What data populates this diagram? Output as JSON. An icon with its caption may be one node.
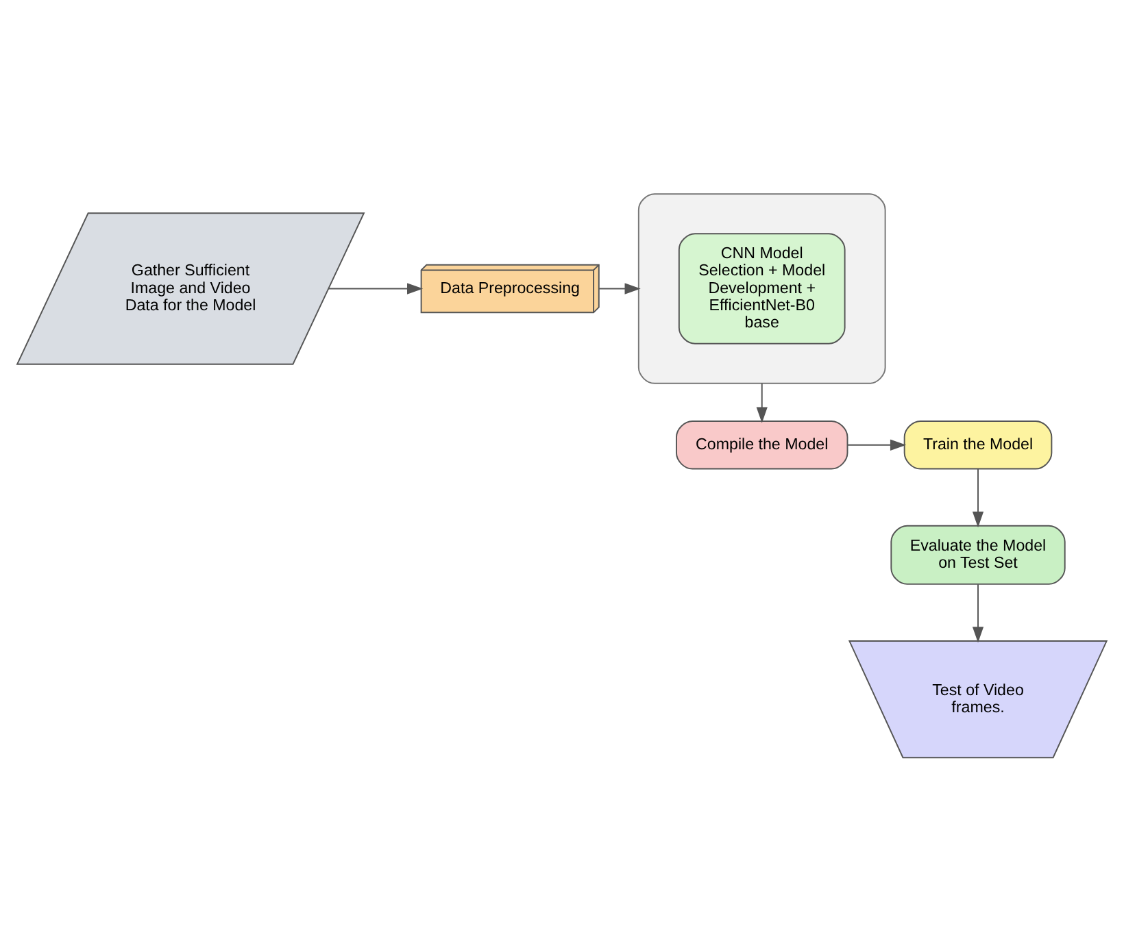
{
  "diagram": {
    "nodes": [
      {
        "text": [
          "Gather Sufficient Image and Video Data for the Model"
        ]
      },
      {
        "text": [
          "Data Preprocessing"
        ]
      },
      {
        "text": [],
        "shape": "box"
      },
      {
        "text": [
          "CNN Model Selection + Model Development + EfficientNet-B0 base"
        ],
        "in": 2
      },
      {
        "text": [
          "Compile the Model"
        ]
      },
      {
        "text": [
          "Train the Model"
        ]
      },
      {
        "text": [
          "Evaluate the Model on Test Set"
        ]
      },
      {
        "text": [
          "Test of Video frames."
        ]
      }
    ],
    "edges": [
      {
        "from": 0,
        "to": 1,
        "arrow": "to"
      },
      {
        "from": 1,
        "to": 2,
        "arrow": "to"
      },
      {
        "from": 2,
        "to": 4,
        "arrow": "to"
      },
      {
        "from": 4,
        "to": 5,
        "arrow": "to"
      },
      {
        "from": 5,
        "to": 6,
        "arrow": "to"
      },
      {
        "from": 6,
        "to": 7,
        "arrow": "to"
      }
    ]
  }
}
